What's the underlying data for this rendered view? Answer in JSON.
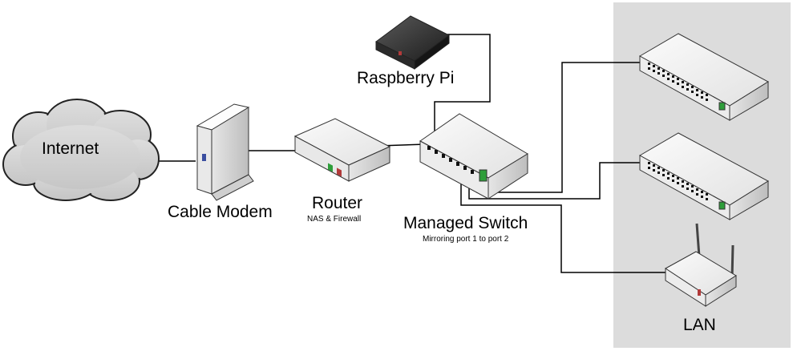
{
  "devices": {
    "internet": {
      "label": "Internet"
    },
    "cable_modem": {
      "label": "Cable Modem"
    },
    "router": {
      "label": "Router",
      "sublabel": "NAS & Firewall"
    },
    "raspberry_pi": {
      "label": "Raspberry Pi"
    },
    "managed_switch": {
      "label": "Managed Switch",
      "sublabel": "Mirroring port 1 to port 2"
    }
  },
  "lan": {
    "label": "LAN"
  },
  "colors": {
    "lan_background": "#dcdcdc",
    "cloud_fill": "#d3d3d3",
    "device_light": "#f2f2f2",
    "device_mid": "#d8d8d8",
    "device_dark": "#a9a9a9",
    "led_green": "#2e9e3a",
    "led_red": "#b23a3a",
    "cable": "#000000"
  }
}
